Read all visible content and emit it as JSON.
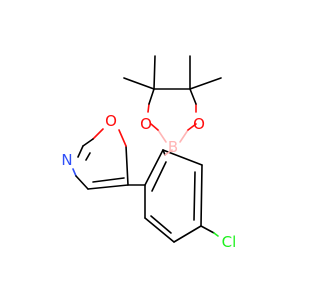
{
  "molecule": {
    "atoms": [
      {
        "label": "O",
        "color": "#ff0d0d"
      },
      {
        "label": "N",
        "color": "#3050f8"
      },
      {
        "label": "O",
        "color": "#ff0d0d"
      },
      {
        "label": "B",
        "color": "#ffb5b5"
      },
      {
        "label": "O",
        "color": "#ff0d0d"
      },
      {
        "label": "Cl",
        "color": "#1ff01f"
      }
    ]
  }
}
